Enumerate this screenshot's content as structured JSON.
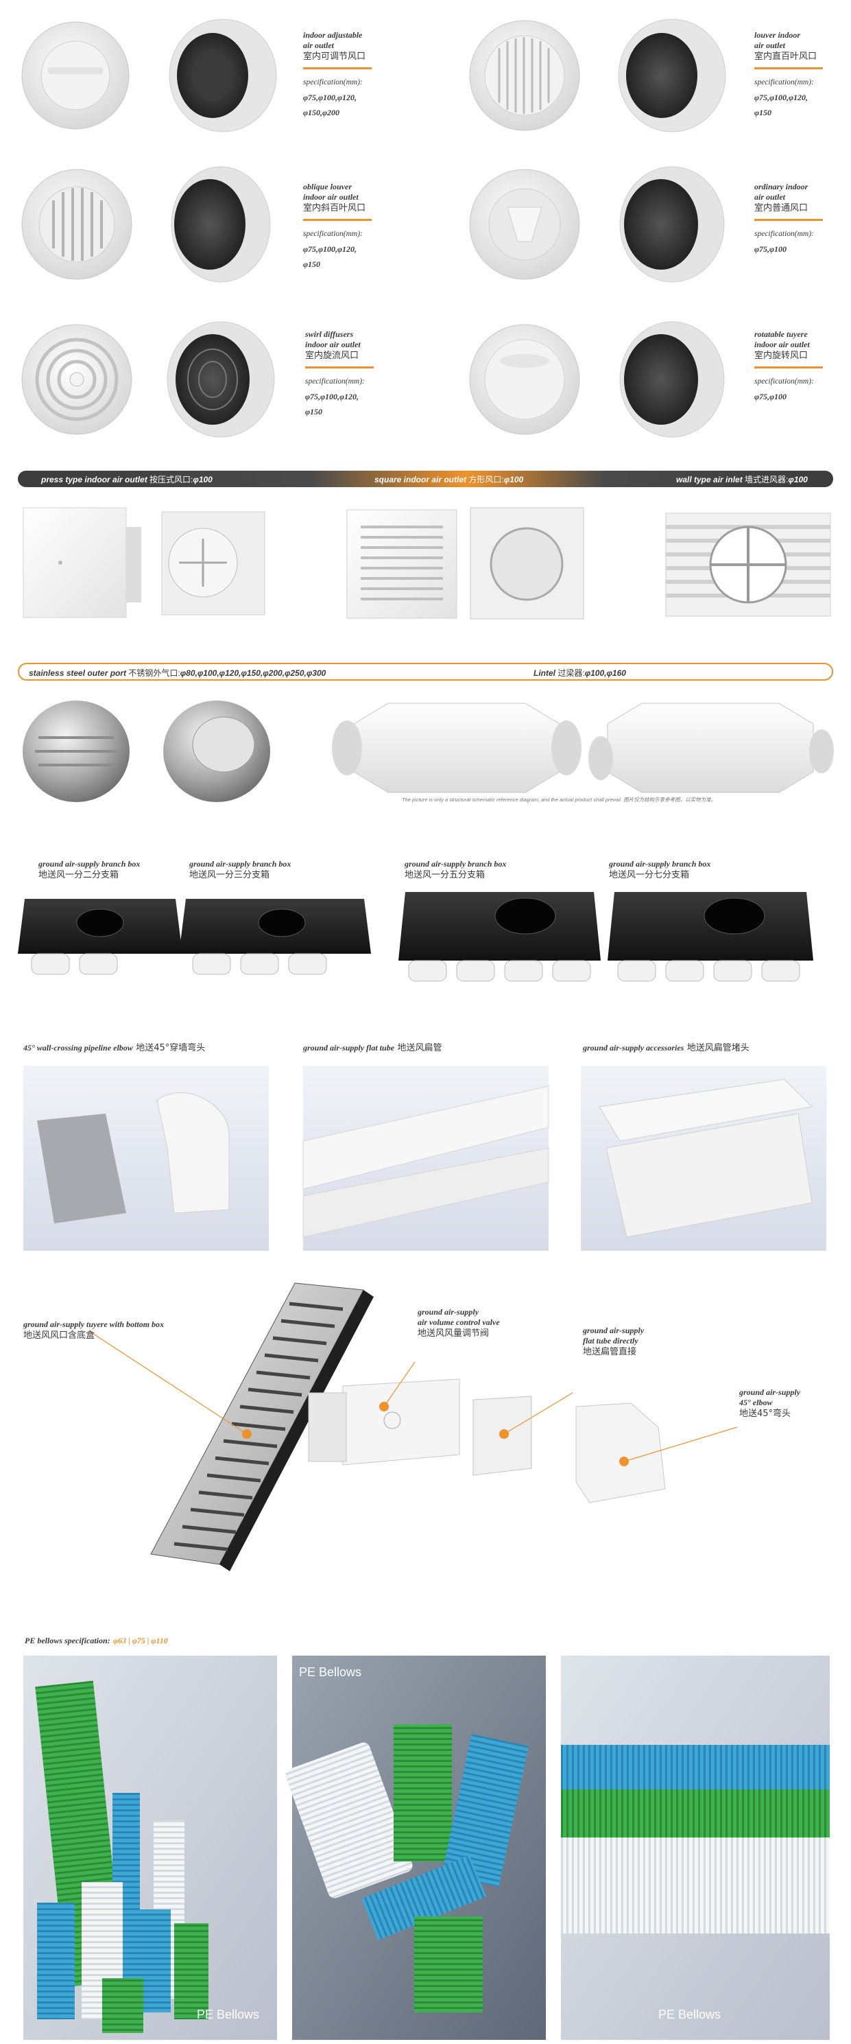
{
  "outlets": [
    {
      "en": "indoor adjustable\nair outlet",
      "cn": "室内可调节风口",
      "spec_label": "specification(mm):",
      "spec_values": "φ75,φ100,φ120,\nφ150,φ200"
    },
    {
      "en": "louver indoor\nair outlet",
      "cn": "室内直百叶风口",
      "spec_label": "specification(mm):",
      "spec_values": "φ75,φ100,φ120,\nφ150"
    },
    {
      "en": "oblique louver\nindoor air outlet",
      "cn": "室内斜百叶风口",
      "spec_label": "specification(mm):",
      "spec_values": "φ75,φ100,φ120,\nφ150"
    },
    {
      "en": "ordinary indoor\nair outlet",
      "cn": "室内普通风口",
      "spec_label": "specification(mm):",
      "spec_values": "φ75,φ100"
    },
    {
      "en": "swirl diffusers\nindoor air outlet",
      "cn": "室内旋流风口",
      "spec_label": "specification(mm):",
      "spec_values": "φ75,φ100,φ120,\nφ150"
    },
    {
      "en": "rotatable tuyere\nindoor air outlet",
      "cn": "室内旋转风口",
      "spec_label": "specification(mm):",
      "spec_values": "φ75,φ100"
    }
  ],
  "banner1": {
    "press_en": "press type indoor air outlet",
    "press_cn": "按压式风口:",
    "press_val": "φ100",
    "square_en": "square indoor air outlet",
    "square_cn": "方形风口:",
    "square_val": "φ100",
    "wall_en": "wall type air inlet",
    "wall_cn": "墙式进风器:",
    "wall_val": "φ100"
  },
  "banner2": {
    "steel_en": "stainless steel outer port",
    "steel_cn": "不锈钢外气口:",
    "steel_val": "φ80,φ100,φ120,φ150,φ200,φ250,φ300",
    "lintel_en": "Lintel",
    "lintel_cn": "过梁器:",
    "lintel_val": "φ100,φ160"
  },
  "lintel_note": "The picture is only a structural schematic reference diagram, and the actual product shall prevail.  图片仅为结构示意参考图，以实物为准。",
  "branch_boxes": [
    {
      "en": "ground air-supply branch box",
      "cn": "地送风一分二分支箱"
    },
    {
      "en": "ground air-supply branch box",
      "cn": "地送风一分三分支箱"
    },
    {
      "en": "ground air-supply branch box",
      "cn": "地送风一分五分支箱"
    },
    {
      "en": "ground air-supply branch box",
      "cn": "地送风一分七分支箱"
    }
  ],
  "flat_parts": [
    {
      "en": "45° wall-crossing pipeline elbow",
      "cn": "地送45°穿墙弯头"
    },
    {
      "en": "ground air-supply flat tube",
      "cn": "地送风扁管"
    },
    {
      "en": "ground air-supply accessories",
      "cn": "地送风扁管堵头"
    }
  ],
  "assembly": {
    "tuyere_en": "ground air-supply tuyere with bottom box",
    "tuyere_cn": "地送风风口含底盒",
    "valve_en1": "ground air-supply",
    "valve_en2": "air volume control valve",
    "valve_cn": "地送风风量调节阀",
    "direct_en1": "ground air-supply",
    "direct_en2": "flat tube directly",
    "direct_cn": "地送扁管直接",
    "elbow_en1": "ground air-supply",
    "elbow_en2": "45° elbow",
    "elbow_cn": "地送45°弯头"
  },
  "bellows": {
    "spec_label": "PE bellows specification:",
    "spec_values": "φ63 | φ75 | φ110",
    "label1": "PE Bellows",
    "label2": "PE Bellows",
    "label3": "PE Bellows"
  },
  "colors": {
    "accent": "#f0922b",
    "dark": "#3c3c3c",
    "green": "#3fb24f",
    "blue": "#3da8d8"
  }
}
